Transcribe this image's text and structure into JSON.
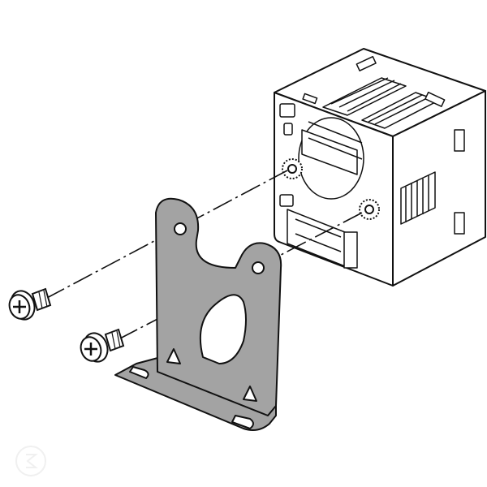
{
  "colors": {
    "background": "#ffffff",
    "outline": "#111111",
    "bracket_fill": "#a3a3a3",
    "device_fill": "#ffffff",
    "watermark": "#f2f2f2"
  },
  "parts": [
    "device",
    "mounting-bracket",
    "screw",
    "screw"
  ]
}
